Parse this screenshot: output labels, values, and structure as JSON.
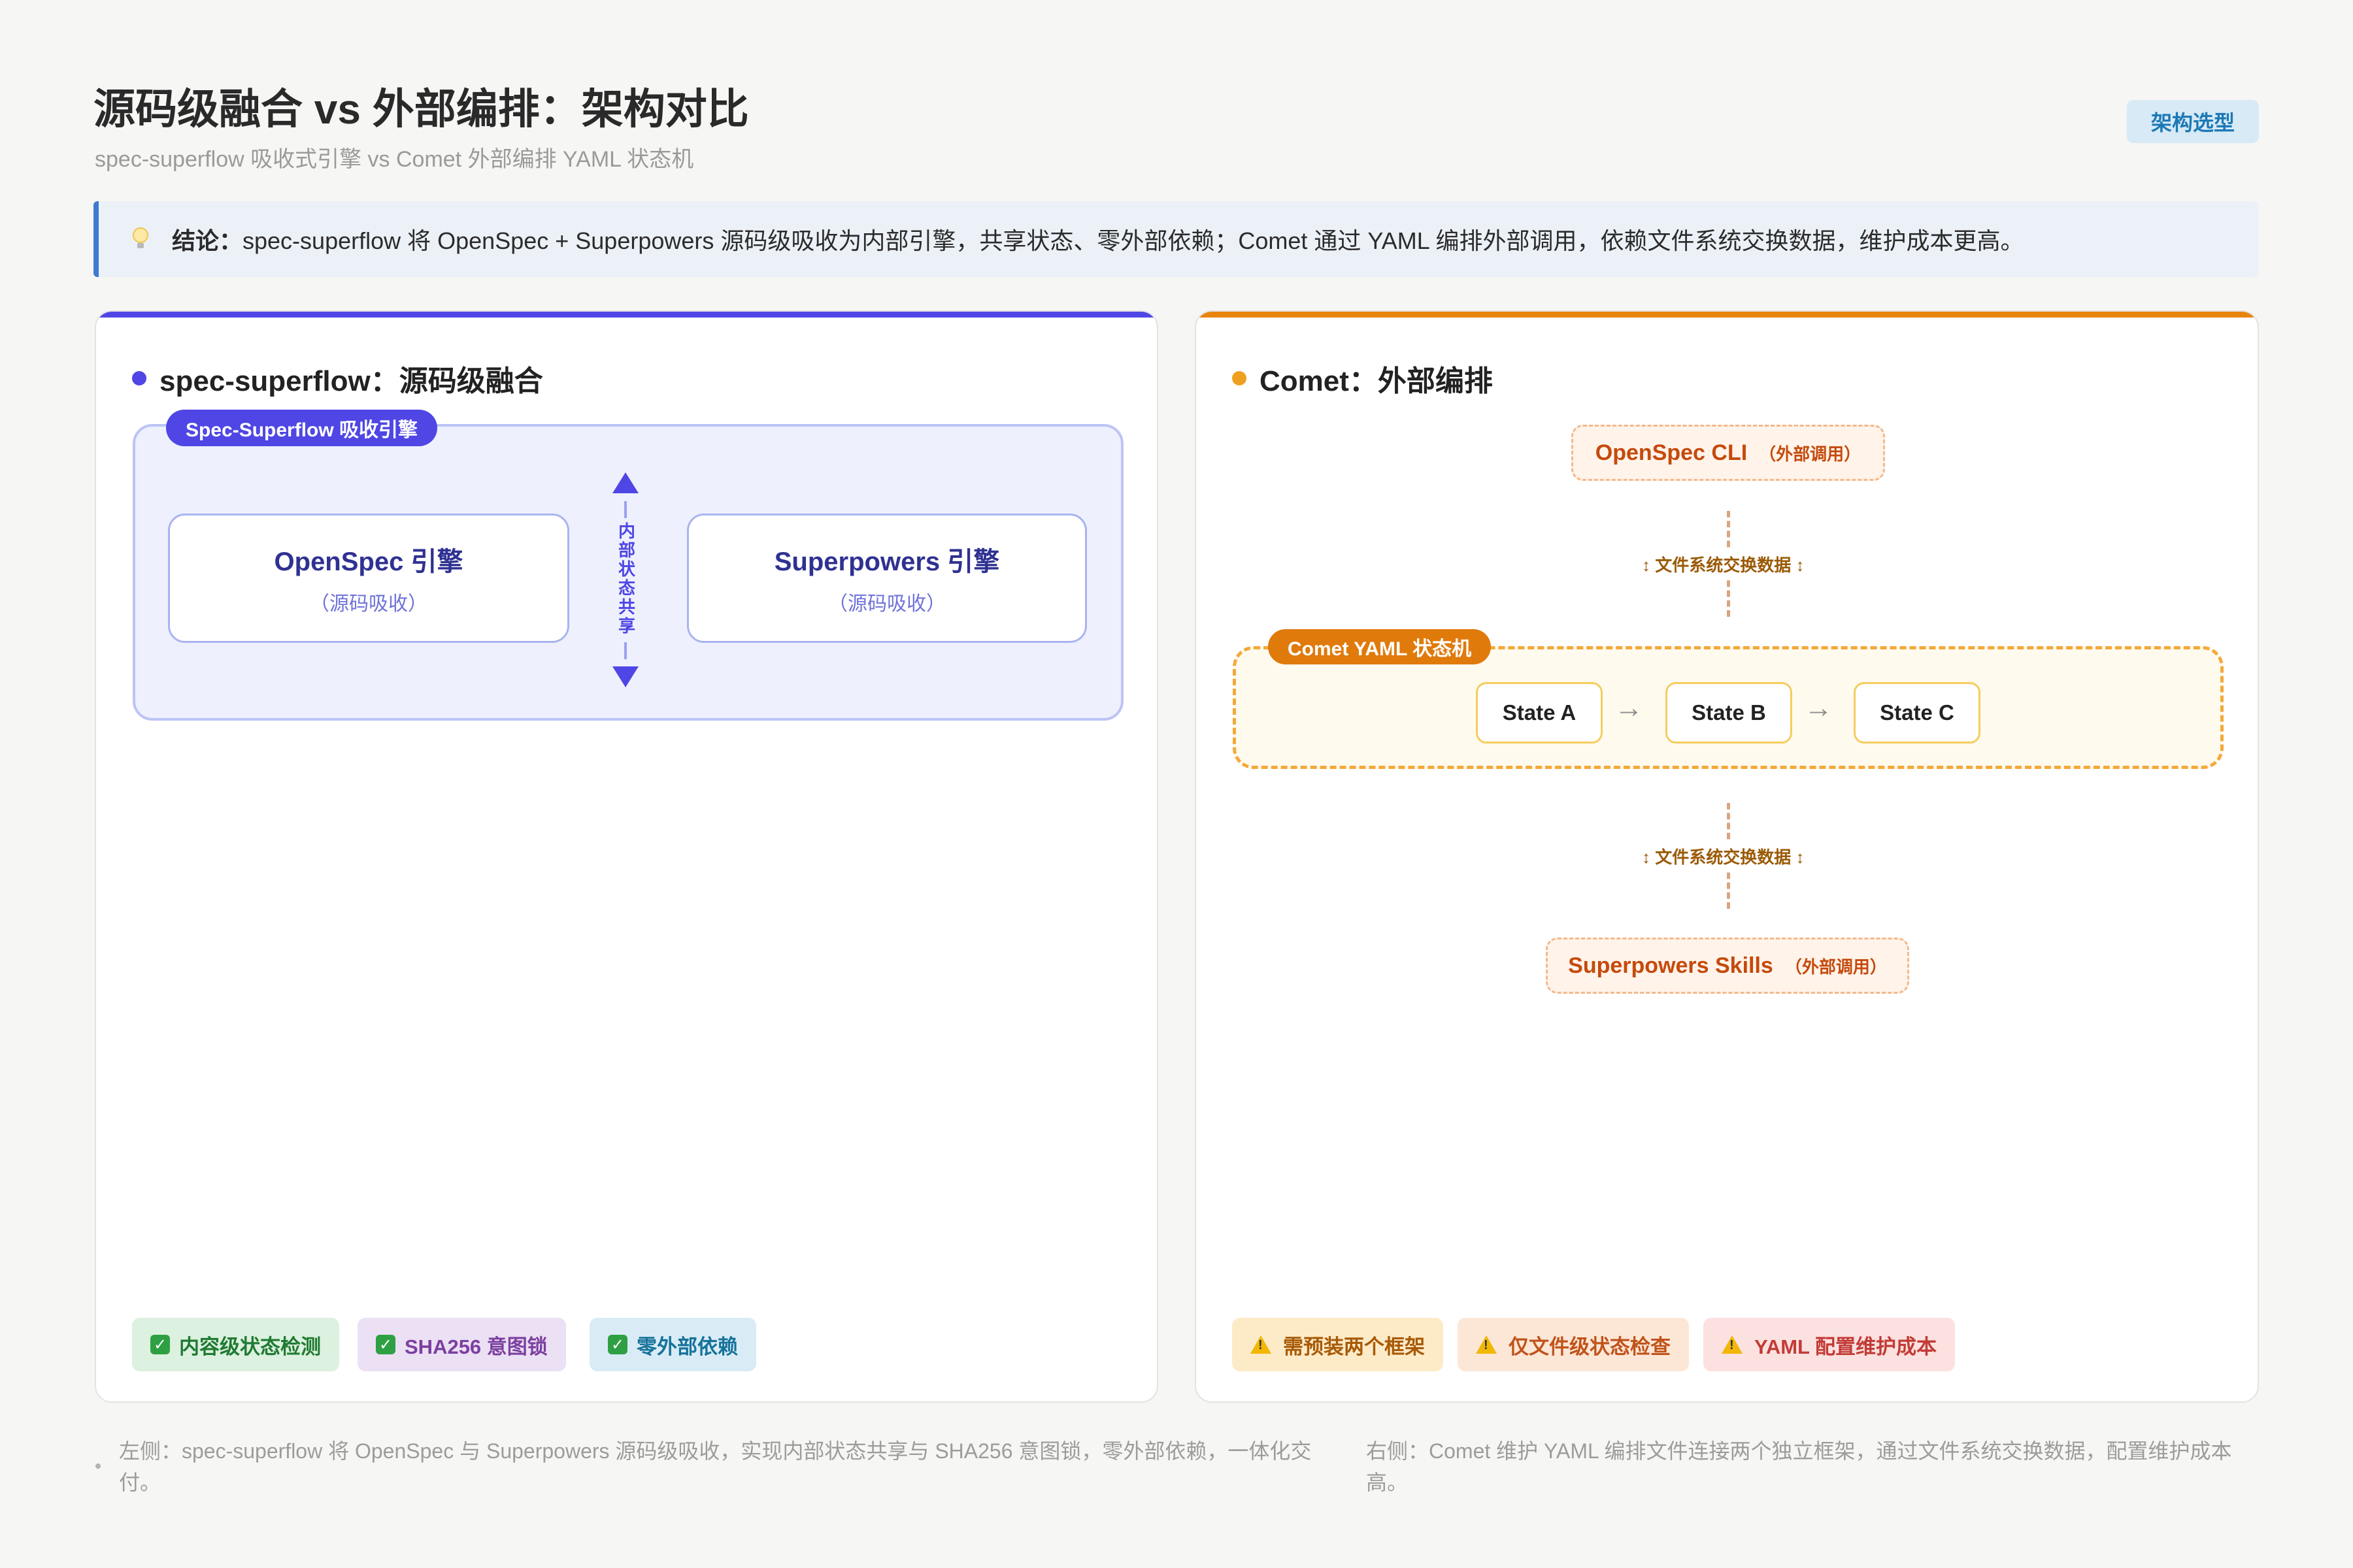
{
  "header": {
    "title": "源码级融合 vs 外部编排：架构对比",
    "subtitle": "spec-superflow 吸收式引擎 vs Comet 外部编排 YAML 状态机",
    "tag": "架构选型"
  },
  "callout": {
    "icon": "lightbulb-icon",
    "lead": "结论：",
    "text": "spec-superflow 将 OpenSpec + Superpowers 源码级吸收为内部引擎，共享状态、零外部依赖；Comet 通过 YAML 编排外部调用，依赖文件系统交换数据，维护成本更高。"
  },
  "left_panel": {
    "title": "spec-superflow：源码级融合",
    "accent": "#4f46e5",
    "container_label": "Spec-Superflow 吸收引擎",
    "engines": [
      {
        "name": "OpenSpec 引擎",
        "sub": "（源码吸收）"
      },
      {
        "name": "Superpowers 引擎",
        "sub": "（源码吸收）"
      }
    ],
    "link_label": "内部状态共享",
    "chips": [
      {
        "label": "内容级状态检测",
        "icon": "check-icon",
        "bg": "#dcf1df",
        "fg": "#1f7a32"
      },
      {
        "label": "SHA256 意图锁",
        "icon": "check-icon",
        "bg": "#ebe0f4",
        "fg": "#7b3fa0"
      },
      {
        "label": "零外部依赖",
        "icon": "check-icon",
        "bg": "#d9ecf5",
        "fg": "#16729a"
      }
    ]
  },
  "right_panel": {
    "title": "Comet：外部编排",
    "accent": "#e8850c",
    "top_external": {
      "name": "OpenSpec CLI",
      "sub": "（外部调用）"
    },
    "exchange_label_top": "↕ 文件系统交换数据 ↕",
    "state_machine_label": "Comet YAML 状态机",
    "states": [
      "State A",
      "State B",
      "State C"
    ],
    "exchange_label_bottom": "↕ 文件系统交换数据 ↕",
    "bottom_external": {
      "name": "Superpowers Skills",
      "sub": "（外部调用）"
    },
    "chips": [
      {
        "label": "需预装两个框架",
        "icon": "warning-icon",
        "bg": "#fdebc8",
        "fg": "#a85a06"
      },
      {
        "label": "仅文件级状态检查",
        "icon": "warning-icon",
        "bg": "#fce7d7",
        "fg": "#c0531a"
      },
      {
        "label": "YAML 配置维护成本",
        "icon": "warning-icon",
        "bg": "#fbe1df",
        "fg": "#c23b36"
      }
    ]
  },
  "footer": {
    "left": "左侧：spec-superflow 将 OpenSpec 与 Superpowers 源码级吸收，实现内部状态共享与 SHA256 意图锁，零外部依赖，一体化交付。",
    "right": "右侧：Comet 维护 YAML 编排文件连接两个独立框架，通过文件系统交换数据，配置维护成本高。"
  }
}
